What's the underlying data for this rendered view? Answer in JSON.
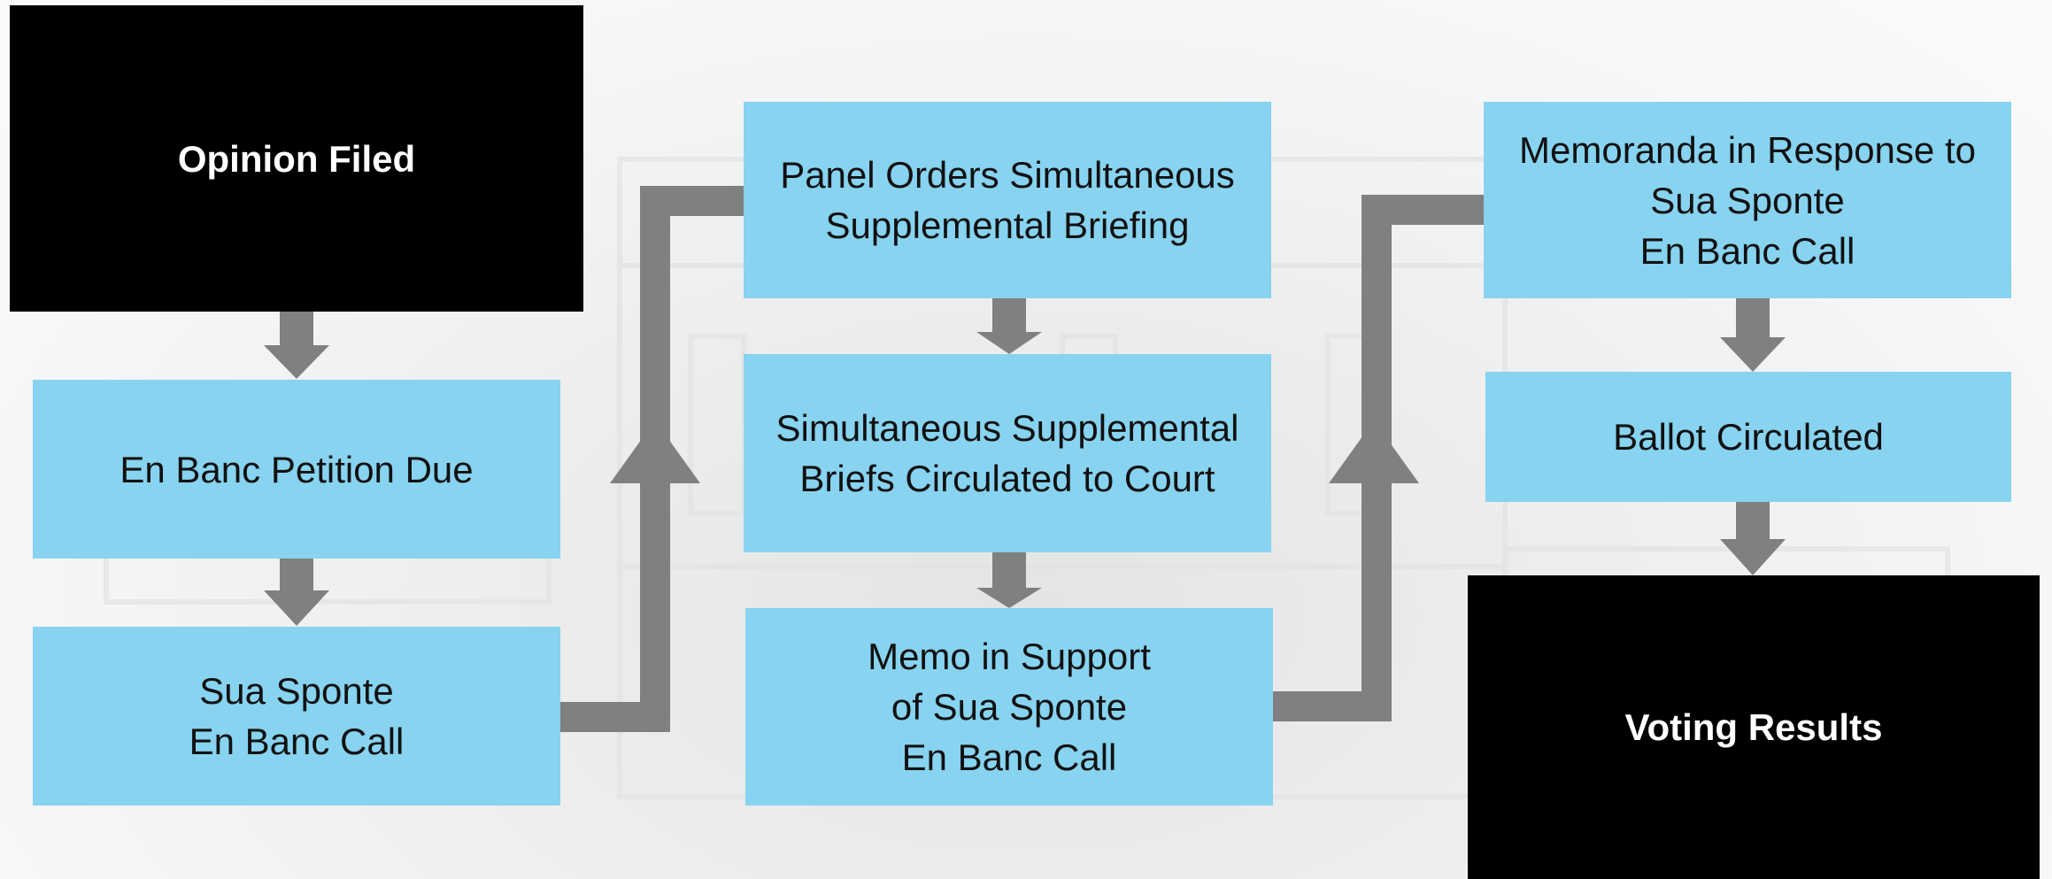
{
  "colors": {
    "light_box": "#87d3f0",
    "dark_box": "#000000",
    "connector": "#808080"
  },
  "steps": {
    "opinion_filed": "Opinion Filed",
    "en_banc_petition_due": "En Banc Petition Due",
    "sua_sponte_call": "Sua Sponte\nEn Banc Call",
    "panel_orders_briefing": "Panel Orders Simultaneous\nSupplemental Briefing",
    "briefs_circulated": "Simultaneous Supplemental\nBriefs Circulated to Court",
    "memo_in_support": "Memo in Support\nof Sua Sponte\nEn Banc Call",
    "memoranda_in_response": "Memoranda in Response to\nSua Sponte\nEn Banc Call",
    "ballot_circulated": "Ballot Circulated",
    "voting_results": "Voting Results"
  }
}
